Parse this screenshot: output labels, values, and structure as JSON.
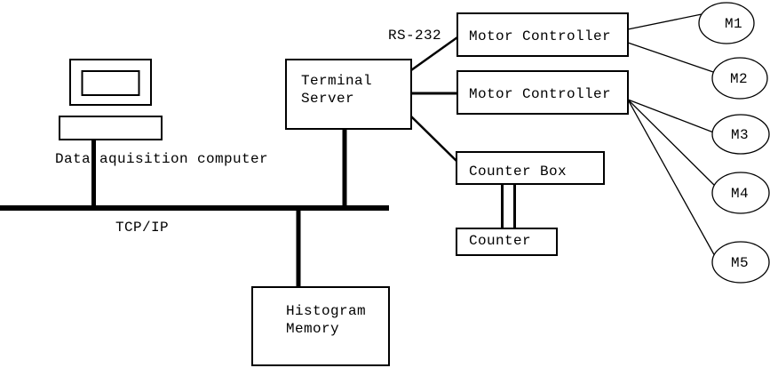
{
  "diagram": {
    "title_hint": "Instrument control network diagram",
    "colors": {
      "background": "#ffffff",
      "line": "#000000",
      "text": "#000000"
    },
    "labels": {
      "computer": "Data aquisition computer",
      "bus": "TCP/IP",
      "protocol": "RS-232",
      "terminal_server": "Terminal\nServer",
      "motor_controller_1": "Motor Controller",
      "motor_controller_2": "Motor Controller",
      "counter_box": "Counter Box",
      "counter": "Counter",
      "histogram_memory": "Histogram\nMemory",
      "motors": [
        "M1",
        "M2",
        "M3",
        "M4",
        "M5"
      ]
    }
  }
}
